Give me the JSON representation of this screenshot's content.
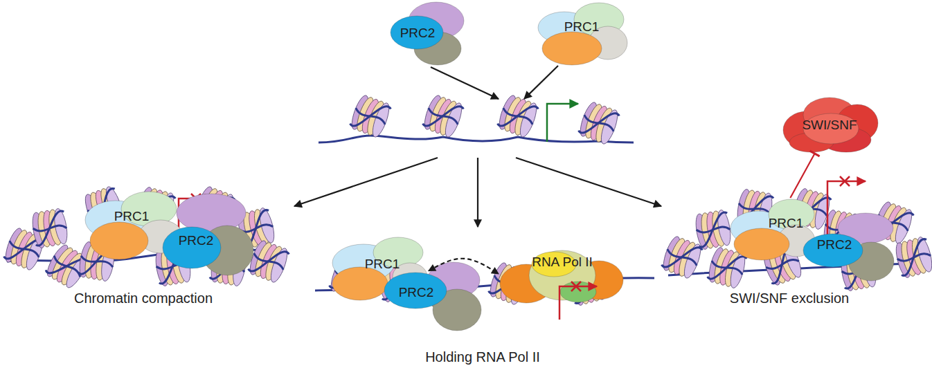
{
  "diagram": {
    "nodes": [
      {
        "text": [
          "PRC2"
        ]
      },
      {
        "text": [
          "PRC1"
        ]
      },
      {
        "text": [
          "SWI/SNF"
        ]
      },
      {
        "text": [
          "PRC1"
        ]
      },
      {
        "text": [
          "PRC2"
        ]
      },
      {
        "text": [
          "PRC1"
        ]
      },
      {
        "text": [
          "PRC2"
        ]
      },
      {
        "text": [
          "RNA Pol II"
        ]
      },
      {
        "text": [
          "PRC1"
        ]
      },
      {
        "text": [
          "PRC2"
        ]
      }
    ],
    "edges": [
      {
        "from": 5,
        "to": 7,
        "arrow": "both"
      },
      {
        "from": 8,
        "to": 2,
        "arrow": "to"
      }
    ],
    "labels": [
      "Chromatin compaction",
      "Holding RNA Pol II",
      "SWI/SNF exclusion"
    ]
  }
}
